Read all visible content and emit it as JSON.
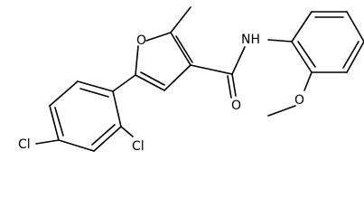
{
  "atoms": {
    "furan_oxygen": "O",
    "amide_nitrogen": "NH",
    "carbonyl_oxygen": "O",
    "methoxy_oxygen": "O",
    "chlorine_para": "Cl",
    "chlorine_ortho": "Cl"
  },
  "colors": {
    "bond": "#000000",
    "label": "#000000",
    "background": "#ffffff"
  }
}
